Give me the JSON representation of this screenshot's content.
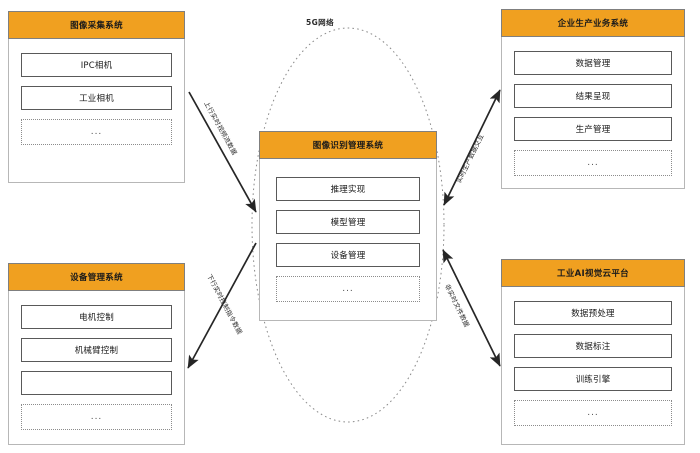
{
  "diagram": {
    "network": {
      "label": "5G网络",
      "shape": "dashed-ellipse"
    },
    "accent_color": "#F0A020",
    "panels": [
      {
        "id": "image-acquisition-system",
        "title": "图像采集系统",
        "items": [
          "IPC相机",
          "工业相机",
          "..."
        ]
      },
      {
        "id": "enterprise-production-business-system",
        "title": "企业生产业务系统",
        "items": [
          "数据管理",
          "结果呈现",
          "生产管理",
          "..."
        ]
      },
      {
        "id": "image-recognition-management-system",
        "title": "图像识别管理系统",
        "items": [
          "推理实现",
          "模型管理",
          "设备管理",
          "..."
        ]
      },
      {
        "id": "equipment-management-system",
        "title": "设备管理系统",
        "items": [
          "电机控制",
          "机械臂控制",
          "",
          "..."
        ]
      },
      {
        "id": "industrial-ai-vision-cloud-platform",
        "title": "工业AI视觉云平台",
        "items": [
          "数据预处理",
          "数据标注",
          "训练引擎",
          "..."
        ]
      }
    ],
    "connections": [
      {
        "id": "uplink-video-stream",
        "label": "上行实时视频流数据",
        "from": "image-acquisition-system",
        "to": "image-recognition-management-system",
        "direction": "one-way"
      },
      {
        "id": "realtime-production-data-exchange",
        "label": "实时生产数据交互",
        "from": "image-recognition-management-system",
        "to": "enterprise-production-business-system",
        "direction": "bidirectional"
      },
      {
        "id": "downlink-realtime-control-command",
        "label": "下行实时控制指令数据",
        "from": "image-recognition-management-system",
        "to": "equipment-management-system",
        "direction": "one-way"
      },
      {
        "id": "non-realtime-file-data",
        "label": "非实时文件数据",
        "from": "image-recognition-management-system",
        "to": "industrial-ai-vision-cloud-platform",
        "direction": "bidirectional"
      }
    ]
  }
}
